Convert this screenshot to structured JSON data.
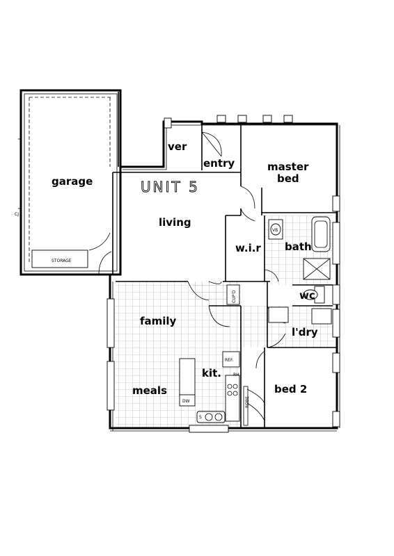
{
  "plan": {
    "unit_title": "UNIT 5",
    "rooms": {
      "garage": "garage",
      "ver": "ver",
      "entry": "entry",
      "master_bed_line1": "master",
      "master_bed_line2": "bed",
      "living": "living",
      "wir": "w.i.r",
      "bath": "bath",
      "wc": "wc",
      "family": "family",
      "laundry": "l'dry",
      "kitchen": "kit.",
      "meals": "meals",
      "bed2": "bed  2"
    },
    "fixtures": {
      "storage": "STORAGE",
      "cupboard": "CUP'D",
      "fridge": "REF.",
      "dishwasher": "DW",
      "robe": "ROBE",
      "vanity_basin": "VB",
      "range_hood": "RH",
      "sink": "S",
      "cj": "CJ"
    }
  }
}
